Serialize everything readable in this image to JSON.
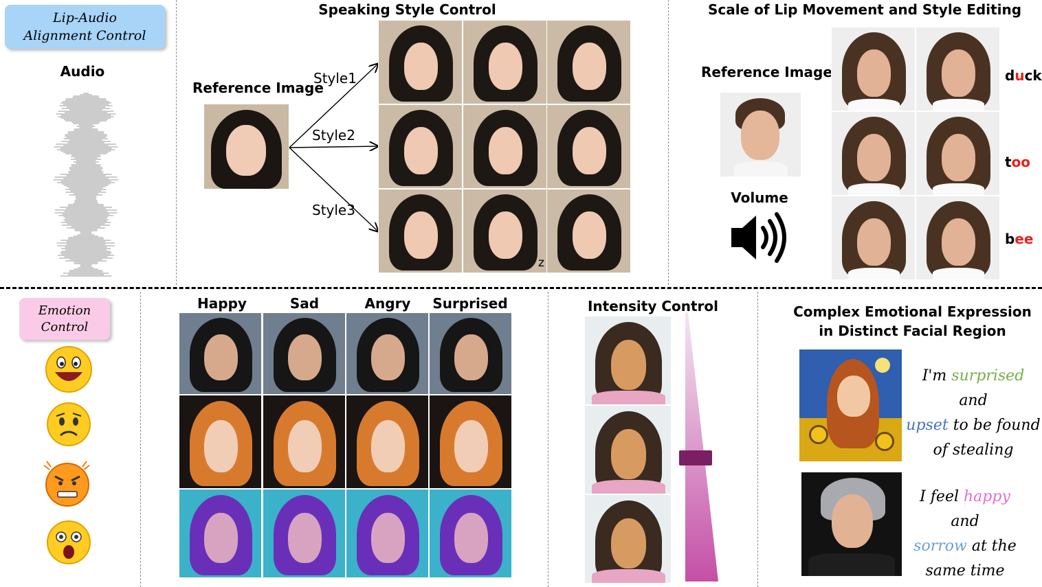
{
  "lip_audio": {
    "box_label_line1": "Lip-Audio",
    "box_label_line2": "Alignment Control",
    "audio_label": "Audio"
  },
  "speaking_style": {
    "title": "Speaking Style Control",
    "reference_label": "Reference Image",
    "styles": [
      "Style1",
      "Style2",
      "Style3"
    ],
    "stray_mark": "z"
  },
  "lip_scale": {
    "title": "Scale of Lip Movement and Style Editing",
    "reference_label": "Reference Image",
    "volume_label": "Volume",
    "words": [
      {
        "pre": "d",
        "hl": "u",
        "post": "ck"
      },
      {
        "pre": "t",
        "hl": "oo",
        "post": ""
      },
      {
        "pre": "b",
        "hl": "ee",
        "post": ""
      }
    ]
  },
  "emotion": {
    "box_label_line1": "Emotion",
    "box_label_line2": "Control",
    "column_labels": [
      "Happy",
      "Sad",
      "Angry",
      "Surprised"
    ],
    "emoji_icons": [
      "laughing-emoji-icon",
      "worried-emoji-icon",
      "angry-emoji-icon",
      "shocked-emoji-icon"
    ]
  },
  "intensity": {
    "title": "Intensity Control"
  },
  "complex": {
    "title_line1": "Complex Emotional Expression",
    "title_line2": "in Distinct Facial Region",
    "caption1": {
      "l1_a": "I'm ",
      "l1_b": "surprised",
      "l1_c": " and",
      "l2_a": "upset",
      "l2_b": " to be found",
      "l3": "of stealing"
    },
    "caption2": {
      "l1_a": "I feel ",
      "l1_b": "happy",
      "l1_c": " and",
      "l2_a": "sorrow",
      "l2_b": " at the",
      "l3": "same time"
    }
  },
  "colors": {
    "lip_box": "#a7d4f7",
    "emotion_box": "#f9cbe6",
    "red_highlight": "#e8221c",
    "green_word": "#74b04a",
    "blue_word": "#4472c4",
    "pink_word": "#e36fd4",
    "lightblue_word": "#6a9fd6",
    "intensity_bar": "#c44fa6"
  }
}
